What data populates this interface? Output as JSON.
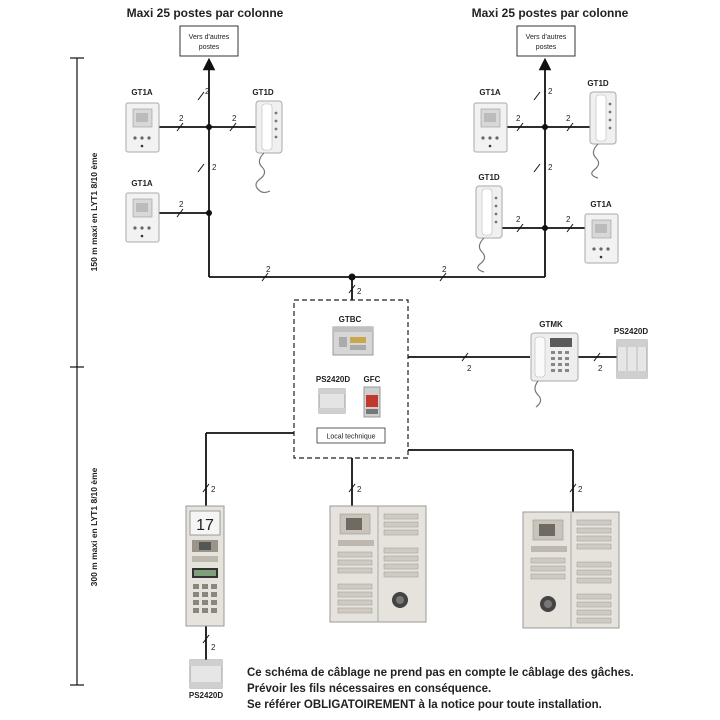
{
  "headers": {
    "left": "Maxi 25 postes par colonne",
    "right": "Maxi 25 postes par colonne"
  },
  "destinations": {
    "left": [
      "Vers d'autres",
      "postes"
    ],
    "right": [
      "Vers d'autres",
      "postes"
    ]
  },
  "distances": {
    "top": "150 m maxi en LYT1 8/10 ème",
    "bottom": "300 m maxi en LYT1 8/10 ème"
  },
  "wire_count": "2",
  "devices": {
    "gt1a": "GT1A",
    "gt1d": "GT1D",
    "gtbc": "GTBC",
    "ps2420d": "PS2420D",
    "gfc": "GFC",
    "gtmk": "GTMK"
  },
  "local_technique": "Local technique",
  "panel_number": "17",
  "notes": [
    "Ce schéma de câblage ne prend pas en compte le câblage des gâches.",
    "Prévoir les fils nécessaires en conséquence.",
    "Se référer OBLIGATOIREMENT à la notice pour toute installation."
  ]
}
